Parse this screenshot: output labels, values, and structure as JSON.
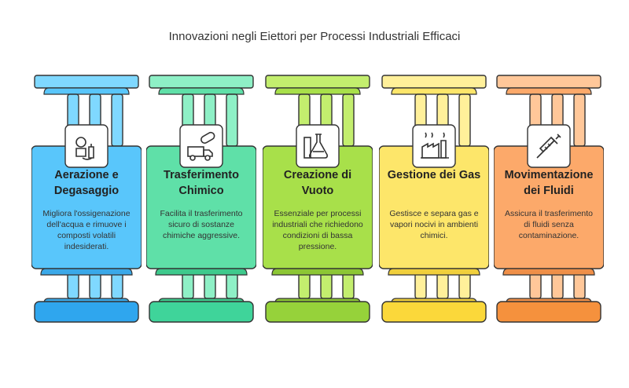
{
  "title": "Innovazioni negli Eiettori per Processi Industriali Efficaci",
  "columns": [
    {
      "title": "Aerazione e Degasaggio",
      "description": "Migliora l'ossigenazione dell'acqua e rimuove i composti volatili indesiderati.",
      "icon": "aeration-equipment-icon",
      "colors": {
        "light": "#7fd8ff",
        "mid": "#59c6fb",
        "dark": "#3aa8e8",
        "bottom": "#2fa6ee"
      }
    },
    {
      "title": "Trasferimento Chimico",
      "description": "Facilita il trasferimento sicuro di sostanze chimiche aggressive.",
      "icon": "truck-pill-icon",
      "colors": {
        "light": "#8ef0c6",
        "mid": "#5fe0a8",
        "dark": "#3ec98c",
        "bottom": "#3fd49a"
      }
    },
    {
      "title": "Creazione di Vuoto",
      "description": "Essenziale per processi industriali che richiedono condizioni di bassa pressione.",
      "icon": "flask-icon",
      "colors": {
        "light": "#c3ee6e",
        "mid": "#a8e04a",
        "dark": "#8cc634",
        "bottom": "#96d23a"
      }
    },
    {
      "title": "Gestione dei Gas",
      "description": "Gestisce e separa gas e vapori nocivi in ambienti chimici.",
      "icon": "factory-chimney-icon",
      "colors": {
        "light": "#fff09a",
        "mid": "#fde66a",
        "dark": "#f0cf3c",
        "bottom": "#fbd83a"
      }
    },
    {
      "title": "Movimentazione dei Fluidi",
      "description": "Assicura il trasferimento di fluidi senza contaminazione.",
      "icon": "syringe-icon",
      "colors": {
        "light": "#ffc799",
        "mid": "#fca96a",
        "dark": "#ef8f48",
        "bottom": "#f5913d"
      }
    }
  ]
}
